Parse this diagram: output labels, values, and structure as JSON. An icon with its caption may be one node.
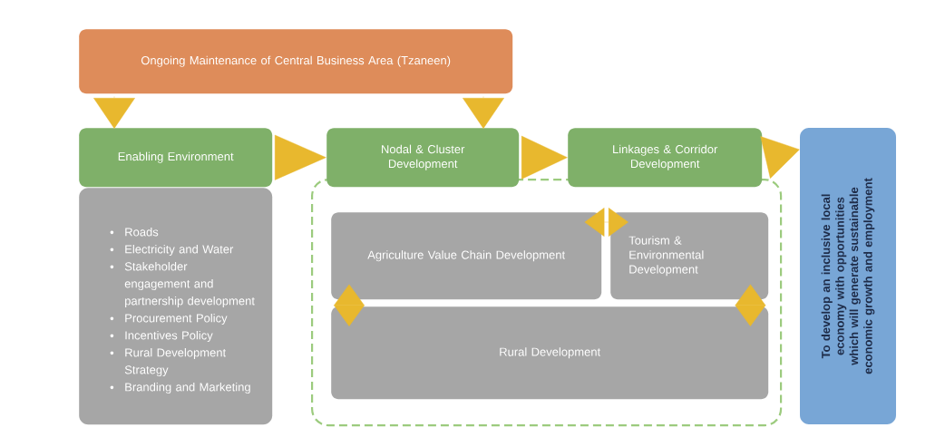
{
  "diagram": {
    "nodes": [
      {
        "text": [
          "Ongoing Maintenance of Central Business Area (Tzaneen)"
        ]
      },
      {
        "text": [
          "Enabling Environment"
        ]
      },
      {
        "text": [
          "Nodal & Cluster Development"
        ]
      },
      {
        "text": [
          "Linkages & Corridor Development"
        ]
      },
      {
        "text": [
          "To develop an inclusive local economy with opportunities which will generate sustainable economic growth and employment"
        ]
      },
      {
        "text": [
          "Roads",
          "Electricity and Water",
          "Stakeholder engagement and partnership development",
          "Procurement Policy",
          "Incentives Policy",
          "Rural Development Strategy",
          "Branding and Marketing"
        ]
      },
      {
        "text": [],
        "shape": "box"
      },
      {
        "text": [
          "Agriculture Value Chain Development"
        ],
        "in": 6
      },
      {
        "text": [
          "Tourism & Environmental Development"
        ],
        "in": 6
      },
      {
        "text": [
          "Rural Development"
        ],
        "in": 6
      }
    ],
    "edges": [
      {
        "from": 0,
        "to": 1,
        "arrow": "to"
      },
      {
        "from": 0,
        "to": 2,
        "arrow": "to"
      },
      {
        "from": 1,
        "to": 2,
        "arrow": "to"
      },
      {
        "from": 2,
        "to": 3,
        "arrow": "to"
      },
      {
        "from": 3,
        "to": 4,
        "arrow": "to"
      },
      {
        "from": 8,
        "to": 7,
        "arrow": "both"
      },
      {
        "from": 7,
        "to": 9,
        "arrow": "both"
      },
      {
        "from": 8,
        "to": 9,
        "arrow": "both"
      }
    ]
  }
}
